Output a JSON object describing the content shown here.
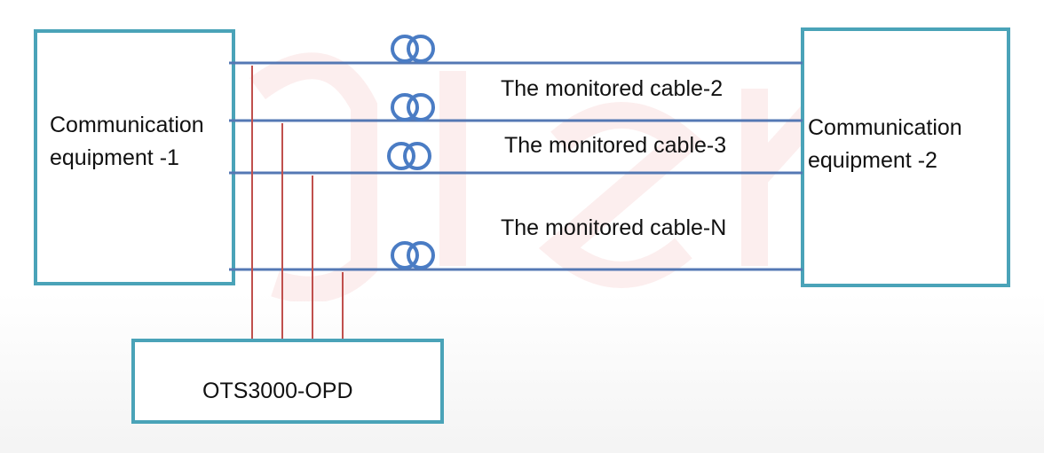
{
  "equipment_left": {
    "label": "Communication\nequipment -1"
  },
  "equipment_right": {
    "label": "Communication\nequipment -2"
  },
  "opd": {
    "label": "OTS3000-OPD"
  },
  "cables": [
    {
      "label": ""
    },
    {
      "label": "The monitored cable-2"
    },
    {
      "label": "The monitored cable-3"
    },
    {
      "label": "The monitored cable-N"
    }
  ],
  "colors": {
    "box_border": "#4aa3b8",
    "cable_line": "#5478b4",
    "coil": "#4a7cc4",
    "tap_line": "#c0504d"
  },
  "icons": {
    "coil": "fiber-coil-icon"
  }
}
